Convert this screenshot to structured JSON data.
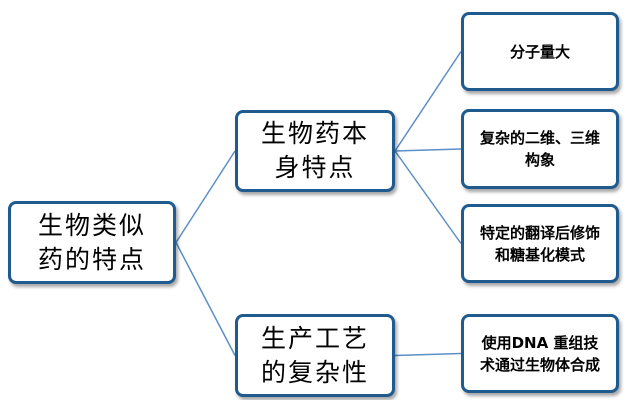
{
  "diagram": {
    "colors": {
      "border": "#1f5b8f",
      "connector": "#5b8fc7"
    },
    "root": {
      "label": "生物类似药的特点"
    },
    "mid": [
      {
        "label": "生物药本身特点"
      },
      {
        "label": "生产工艺的复杂性"
      }
    ],
    "leaves": [
      {
        "label": "分子量大"
      },
      {
        "label": "复杂的二维、三维构象"
      },
      {
        "label": "特定的翻译后修饰和糖基化模式"
      },
      {
        "label": "使用DNA 重组技术通过生物体合成"
      }
    ]
  }
}
